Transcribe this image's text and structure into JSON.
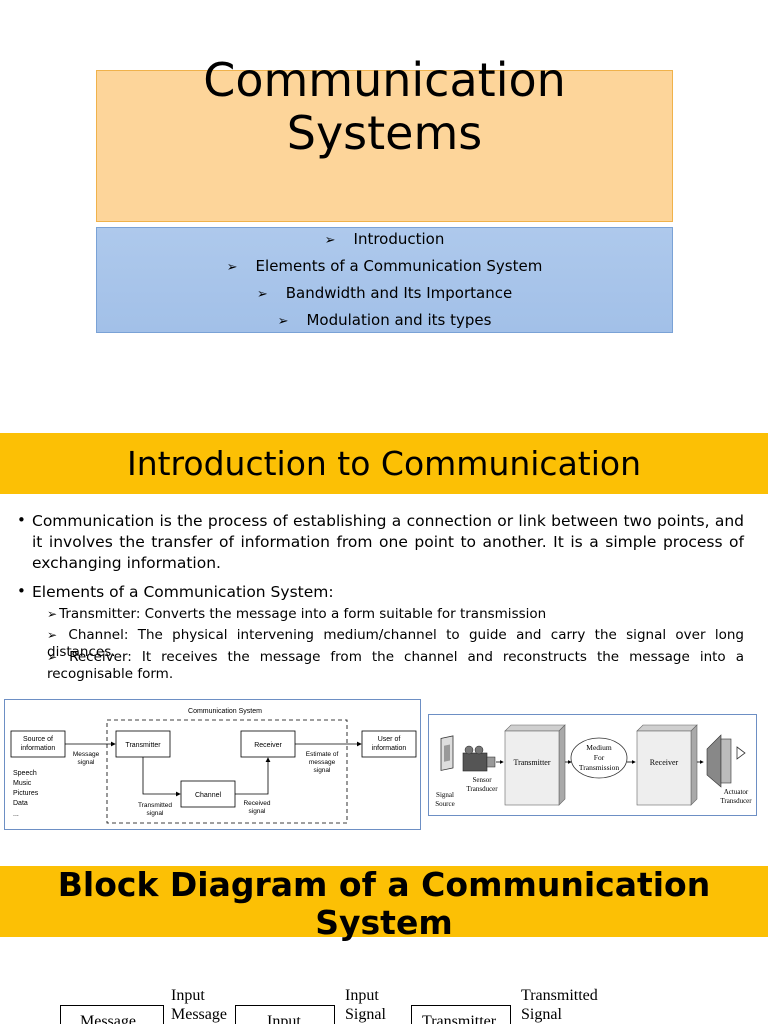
{
  "slide1": {
    "title_line1": "Communication",
    "title_line2": "Systems",
    "topics": [
      "Introduction",
      "Elements of a Communication System",
      "Bandwidth and Its Importance",
      "Modulation and its types"
    ],
    "arrow": "➢"
  },
  "slide2": {
    "heading": "Introduction to Communication",
    "bullet1": "Communication is the process of establishing a connection or link between two points, and it involves the transfer of information from one point to another. It is a simple process of exchanging information.",
    "bullet2": "Elements of a Communication System:",
    "subs": [
      "Transmitter: Converts the message into a form suitable for transmission",
      " Channel: The physical intervening medium/channel to guide and carry the signal over long distances.",
      " Receiver: It receives the message from the channel and reconstructs the message into a recognisable form."
    ],
    "fig1": {
      "title": "Communication System",
      "source": [
        "Source of",
        "information"
      ],
      "message_signal": [
        "Message",
        "signal"
      ],
      "transmitter": "Transmitter",
      "receiver": "Receiver",
      "channel": "Channel",
      "estimate": [
        "Estimate of",
        "message",
        "signal"
      ],
      "user": [
        "User of",
        "information"
      ],
      "examples": [
        "Speech",
        "Music",
        "Pictures",
        "Data",
        "..."
      ],
      "transmitted_signal": [
        "Transmitted",
        "signal"
      ],
      "received_signal": [
        "Received",
        "signal"
      ]
    },
    "fig2": {
      "transmitter": "Transmitter",
      "medium": [
        "Medium",
        "For",
        "Transmission"
      ],
      "receiver": "Receiver",
      "sensor": [
        "Sensor",
        "Transducer"
      ],
      "signal_source": [
        "Signal",
        "Source"
      ],
      "actuator": [
        "Actuator",
        "Transducer"
      ]
    }
  },
  "slide3": {
    "heading_line1": "Block Diagram of a Communication",
    "heading_line2": "System",
    "blocks": [
      "Message",
      "Input",
      "Transmitter"
    ],
    "labels": {
      "input_message": [
        "Input",
        "Message"
      ],
      "input_signal": [
        "Input",
        "Signal"
      ],
      "transmitted_signal": [
        "Transmitted",
        "Signal"
      ]
    }
  }
}
